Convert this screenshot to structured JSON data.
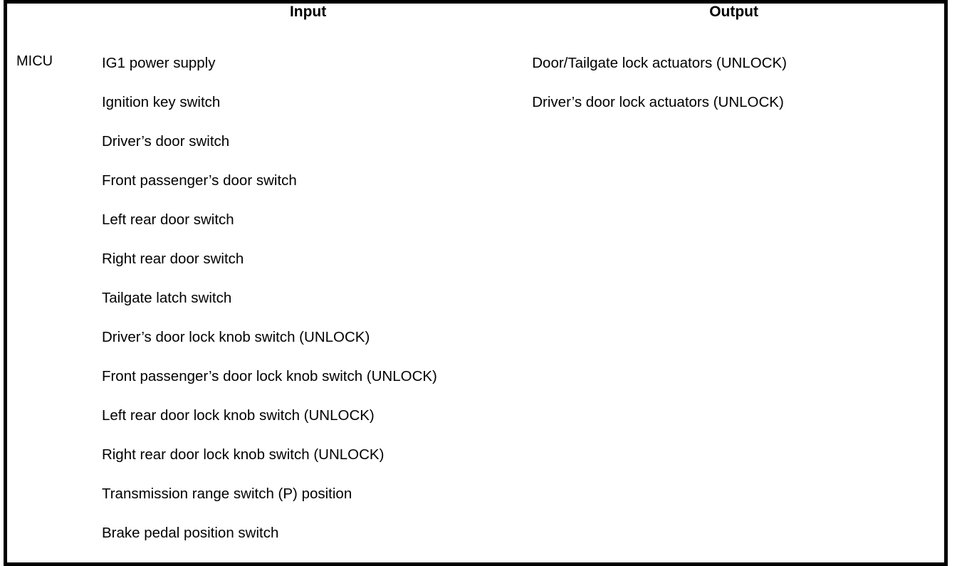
{
  "table": {
    "headers": {
      "unit": "",
      "input": "Input",
      "output": "Output"
    },
    "rows": [
      {
        "unit": "MICU",
        "inputs": [
          "IG1 power supply",
          "Ignition key switch",
          "Driver’s door switch",
          "Front passenger’s door switch",
          "Left rear door switch",
          "Right rear door switch",
          "Tailgate latch switch",
          "Driver’s door lock knob switch (UNLOCK)",
          "Front passenger’s door lock knob switch (UNLOCK)",
          "Left rear door lock knob switch (UNLOCK)",
          "Right rear door lock knob switch (UNLOCK)",
          "Transmission range switch (P) position",
          "Brake pedal position switch"
        ],
        "outputs": [
          "Door/Tailgate lock actuators (UNLOCK)",
          "Driver’s door lock actuators (UNLOCK)"
        ]
      }
    ]
  },
  "colors": {
    "border": "#000000",
    "background": "#ffffff",
    "text": "#000000"
  }
}
